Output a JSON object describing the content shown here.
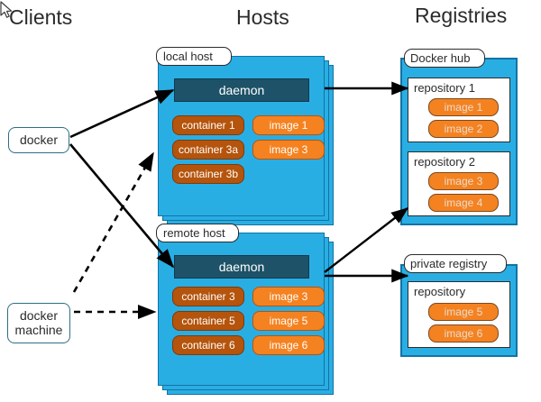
{
  "columns": {
    "clients": "Clients",
    "hosts": "Hosts",
    "registries": "Registries"
  },
  "clients": [
    {
      "id": "docker",
      "label": "docker"
    },
    {
      "id": "docker-machine",
      "label": "docker machine"
    }
  ],
  "hosts": [
    {
      "id": "local-host",
      "tab": "local host",
      "daemon": "daemon",
      "containers": [
        "container 1",
        "container 3a",
        "container 3b"
      ],
      "images": [
        "image 1",
        "image 3"
      ]
    },
    {
      "id": "remote-host",
      "tab": "remote host",
      "daemon": "daemon",
      "containers": [
        "container 3",
        "container 5",
        "container 6"
      ],
      "images": [
        "image 3",
        "image 5",
        "image 6"
      ]
    }
  ],
  "registries": [
    {
      "id": "docker-hub",
      "tab": "Docker hub",
      "repositories": [
        {
          "label": "repository 1",
          "images": [
            "image 1",
            "image 2"
          ]
        },
        {
          "label": "repository 2",
          "images": [
            "image 3",
            "image 4"
          ]
        }
      ]
    },
    {
      "id": "private-registry",
      "tab": "private registry",
      "repositories": [
        {
          "label": "repository",
          "images": [
            "image 5",
            "image 6"
          ]
        }
      ]
    }
  ],
  "colors": {
    "host_blue": "#29aee4",
    "host_border": "#1273a3",
    "daemon": "#1d5268",
    "container": "#b5540c",
    "image": "#f58220",
    "client_border": "#2e6e86",
    "line": "#000000",
    "background": "#ffffff"
  },
  "connections": [
    {
      "from": "docker",
      "to": "local-host-daemon",
      "style": "solid"
    },
    {
      "from": "docker",
      "to": "remote-host-daemon",
      "style": "solid"
    },
    {
      "from": "docker-machine",
      "to": "local-host",
      "style": "dashed"
    },
    {
      "from": "docker-machine",
      "to": "remote-host",
      "style": "dashed"
    },
    {
      "from": "local-host-daemon",
      "to": "repository-1",
      "style": "solid"
    },
    {
      "from": "remote-host-daemon",
      "to": "repository-2",
      "style": "solid"
    },
    {
      "from": "remote-host-daemon",
      "to": "private-registry",
      "style": "solid"
    }
  ]
}
